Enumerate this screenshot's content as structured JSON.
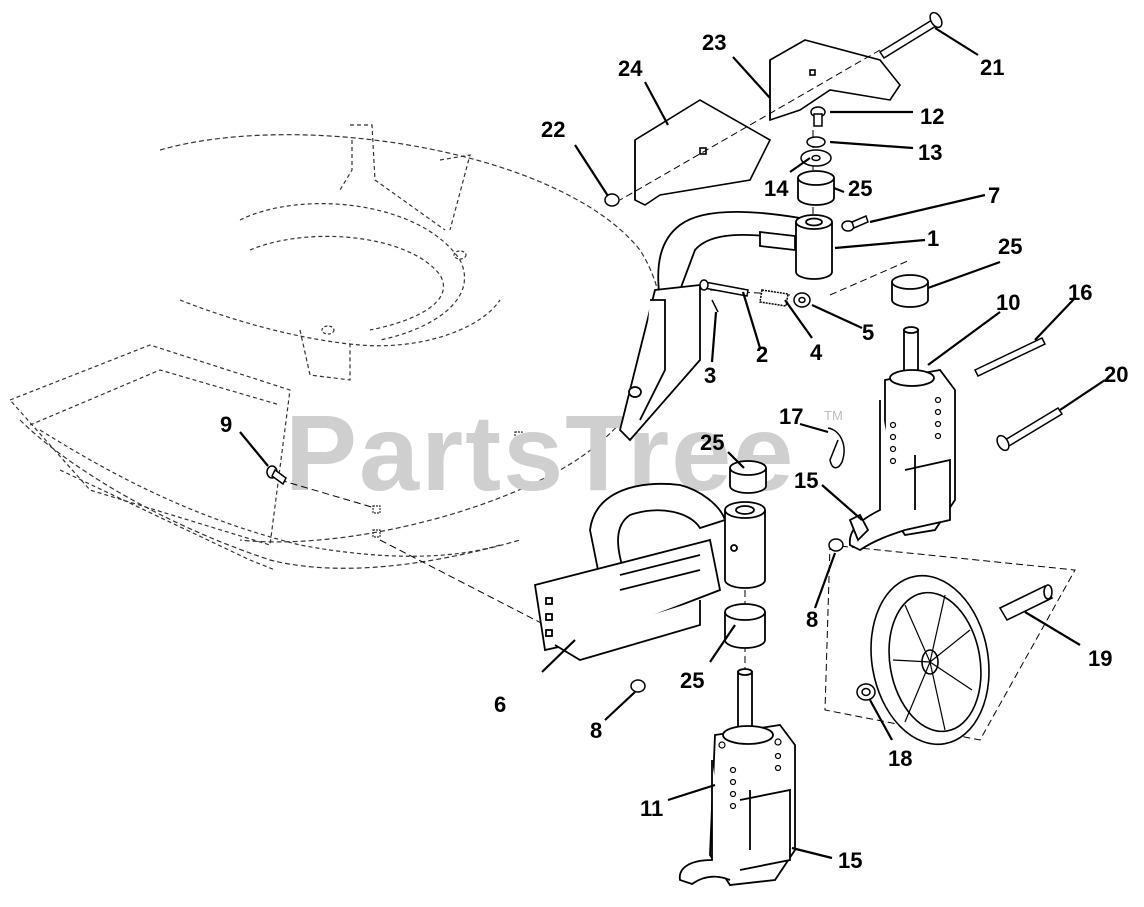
{
  "watermark": {
    "text": "PartsTree",
    "trademark": "TM"
  },
  "callouts": [
    {
      "id": "c1",
      "label": "1"
    },
    {
      "id": "c2",
      "label": "2"
    },
    {
      "id": "c3",
      "label": "3"
    },
    {
      "id": "c4",
      "label": "4"
    },
    {
      "id": "c5",
      "label": "5"
    },
    {
      "id": "c6",
      "label": "6"
    },
    {
      "id": "c7",
      "label": "7"
    },
    {
      "id": "c8a",
      "label": "8"
    },
    {
      "id": "c8b",
      "label": "8"
    },
    {
      "id": "c9",
      "label": "9"
    },
    {
      "id": "c10",
      "label": "10"
    },
    {
      "id": "c11",
      "label": "11"
    },
    {
      "id": "c12",
      "label": "12"
    },
    {
      "id": "c13",
      "label": "13"
    },
    {
      "id": "c14",
      "label": "14"
    },
    {
      "id": "c15a",
      "label": "15"
    },
    {
      "id": "c15b",
      "label": "15"
    },
    {
      "id": "c16",
      "label": "16"
    },
    {
      "id": "c17",
      "label": "17"
    },
    {
      "id": "c18",
      "label": "18"
    },
    {
      "id": "c19",
      "label": "19"
    },
    {
      "id": "c20",
      "label": "20"
    },
    {
      "id": "c21",
      "label": "21"
    },
    {
      "id": "c22",
      "label": "22"
    },
    {
      "id": "c23",
      "label": "23"
    },
    {
      "id": "c24",
      "label": "24"
    },
    {
      "id": "c25a",
      "label": "25"
    },
    {
      "id": "c25b",
      "label": "25"
    },
    {
      "id": "c25c",
      "label": "25"
    },
    {
      "id": "c25d",
      "label": "25"
    }
  ]
}
